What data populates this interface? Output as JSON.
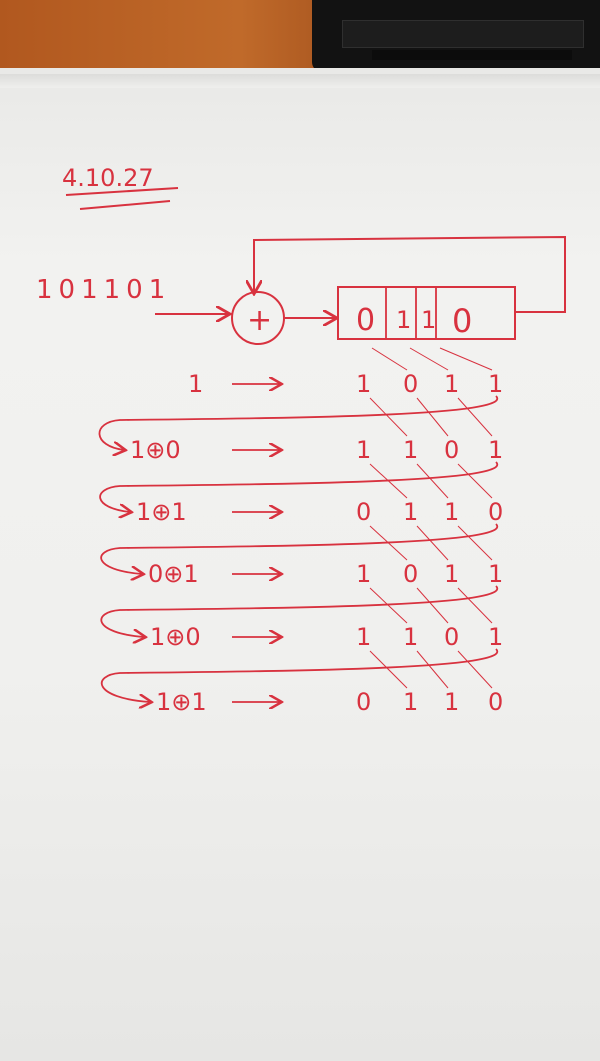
{
  "date": "4.10.27",
  "input_bits": "101101",
  "xor_symbol": "+",
  "register": {
    "initial_cells": [
      "0",
      "1",
      "1",
      "0"
    ]
  },
  "steps": [
    {
      "input": "1",
      "state": [
        "1",
        "0",
        "1",
        "1"
      ]
    },
    {
      "input": "1⊕0",
      "state": [
        "1",
        "1",
        "0",
        "1"
      ]
    },
    {
      "input": "1⊕1",
      "state": [
        "0",
        "1",
        "1",
        "0"
      ]
    },
    {
      "input": "0⊕1",
      "state": [
        "1",
        "0",
        "1",
        "1"
      ]
    },
    {
      "input": "1⊕0",
      "state": [
        "1",
        "1",
        "0",
        "1"
      ]
    },
    {
      "input": "1⊕1",
      "state": [
        "0",
        "1",
        "1",
        "0"
      ]
    }
  ],
  "arrow_symbol": "→",
  "colors": {
    "ink": "#d8323f",
    "paper": "#f0f0ee"
  }
}
